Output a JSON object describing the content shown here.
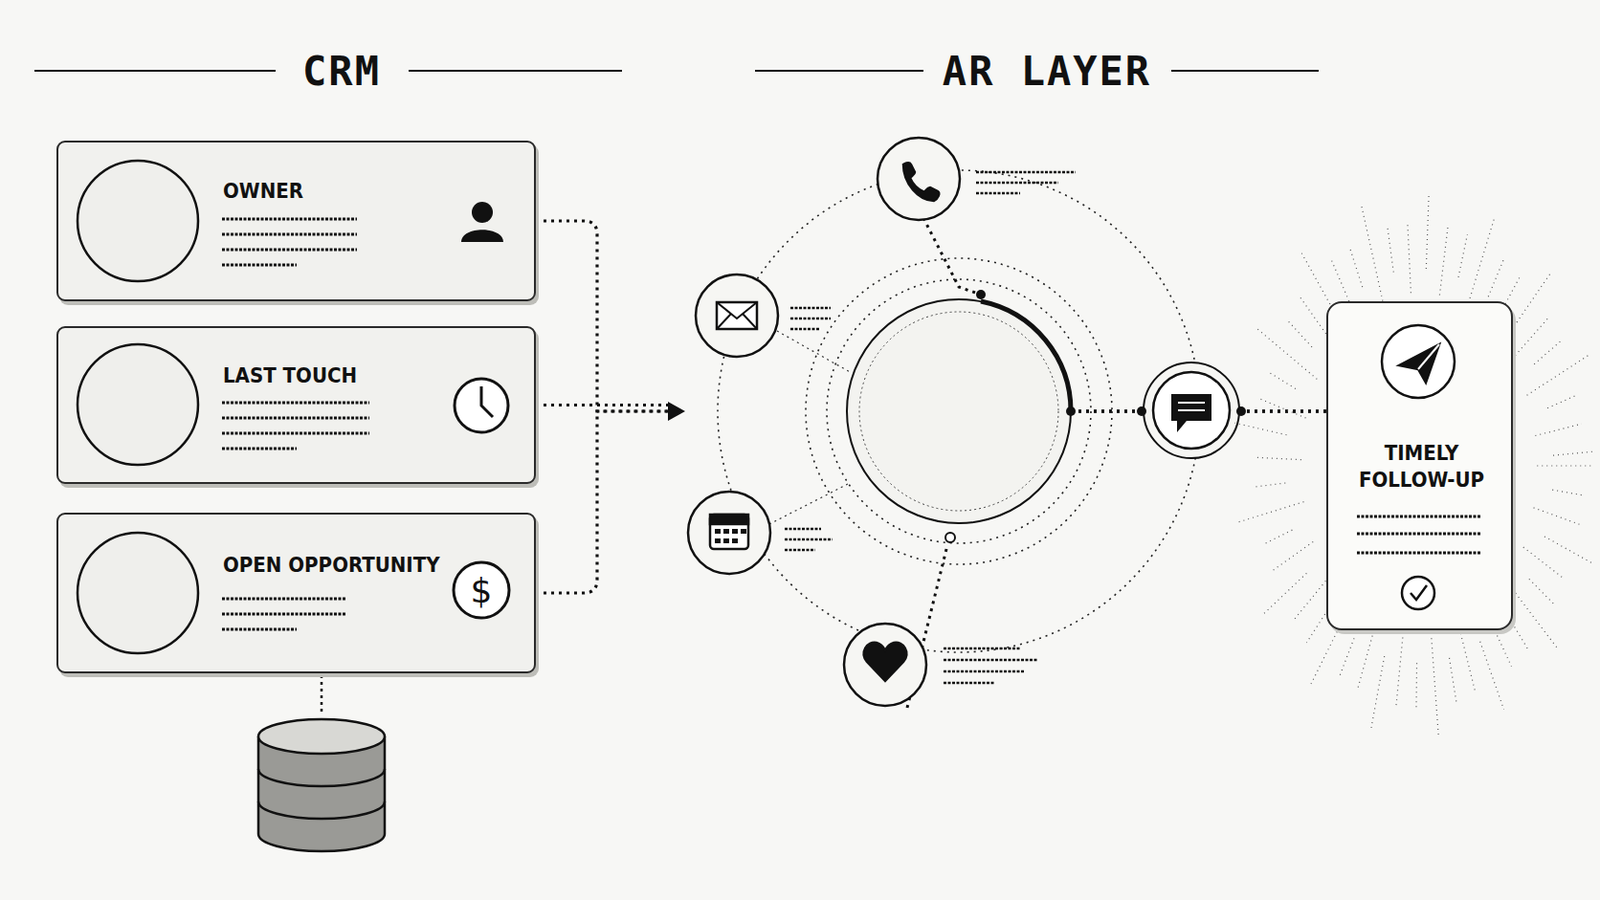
{
  "diagram": {
    "nodes": [
      {
        "text": [
          "OWNER"
        ]
      },
      {
        "text": [
          "LAST TOUCH"
        ]
      },
      {
        "text": [
          "OPEN OPPORTUNITY"
        ]
      },
      {
        "text": [
          "TIMELY FOLLOW-UP"
        ]
      }
    ],
    "edges": [
      {
        "from": 0,
        "to": 3,
        "arrow": "to"
      },
      {
        "from": 1,
        "to": 3,
        "arrow": "to"
      },
      {
        "from": 2,
        "to": 3,
        "arrow": "to"
      }
    ],
    "labels": [
      "CRM",
      "AR LAYER"
    ]
  }
}
